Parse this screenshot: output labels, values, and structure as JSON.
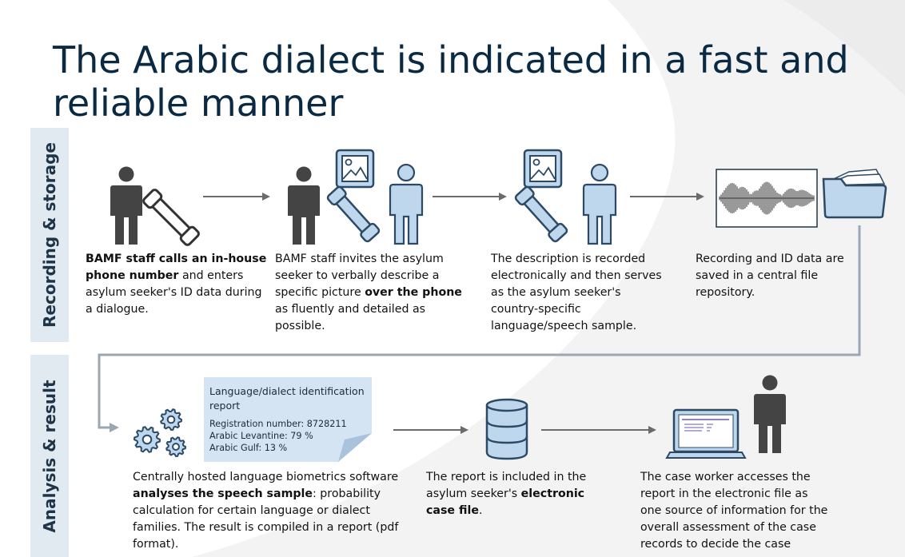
{
  "title": "The Arabic dialect is indicated in a fast and reliable manner",
  "sections": {
    "recording": "Recording & storage",
    "analysis": "Analysis & result"
  },
  "steps": [
    {
      "bold1": "BAMF staff calls an in-house phone number",
      "text1": " and enters asylum seeker's ID data during a dialogue."
    },
    {
      "text1": "BAMF staff invites the asylum seeker to verbally describe a specific picture ",
      "bold1": "over the phone",
      "text2": " as fluently and detailed as possible."
    },
    {
      "text1": "The description is recorded electronically and then serves as the asylum seeker's country-specific language/speech sample."
    },
    {
      "text1": "Recording and ID data are saved in a central file repository."
    },
    {
      "text1": "Centrally hosted language biometrics software ",
      "bold1": "analyses the speech sample",
      "text2": ": probability calculation for certain language or dialect families. The result is compiled in a report (pdf format)."
    },
    {
      "text1": "The report is included in the asylum seeker's ",
      "bold1": "electronic case file",
      "text2": "."
    },
    {
      "text1": "The case worker accesses the report in the electronic file as one source of information for the overall assessment of the case records to decide the case"
    }
  ],
  "report": {
    "heading": "Language/dialect identification report",
    "lines": [
      "Registration number: 8728211",
      "Arabic Levantine: 79 %",
      "Arabic Gulf: 13 %"
    ]
  },
  "icons": [
    "person-dark-icon",
    "phone-icon",
    "picture-icon",
    "person-light-icon",
    "waveform-icon",
    "folder-icon",
    "gears-icon",
    "database-icon",
    "laptop-icon",
    "arrow-icon"
  ],
  "colors": {
    "title": "#0a2a43",
    "band": "#e1e9f1",
    "band_text": "#1f3547",
    "light_icon_fill": "#bed7ec",
    "light_icon_stroke": "#2c4a66",
    "dark_icon": "#444444",
    "arrow": "#6b6b6b",
    "connector": "#9aa7b3",
    "report_card": "#d4e4f3"
  }
}
